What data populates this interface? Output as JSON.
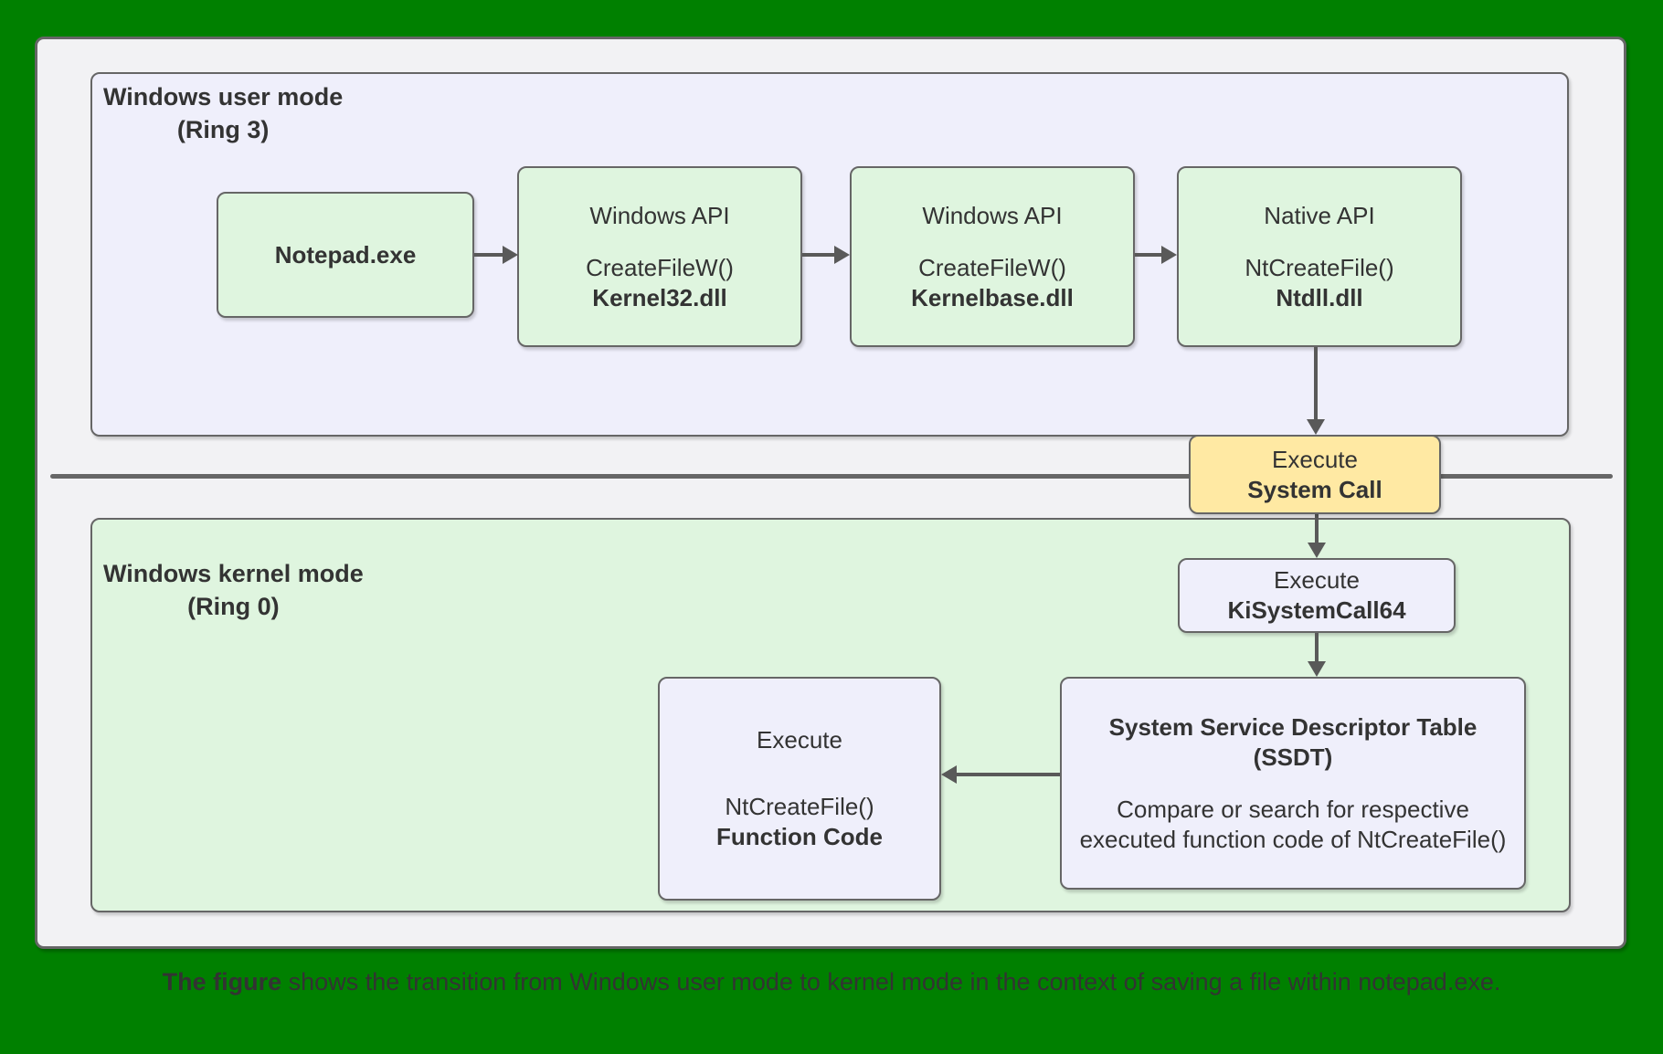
{
  "diagram": {
    "user_mode": {
      "title_line1": "Windows user mode",
      "title_line2": "(Ring 3)"
    },
    "kernel_mode": {
      "title_line1": "Windows kernel mode",
      "title_line2": "(Ring 0)"
    },
    "boxes": {
      "notepad": {
        "title": "Notepad.exe"
      },
      "kernel32": {
        "line1": "Windows API",
        "line2": "CreateFileW()",
        "line3": "Kernel32.dll"
      },
      "kernelbase": {
        "line1": "Windows API",
        "line2": "CreateFileW()",
        "line3": "Kernelbase.dll"
      },
      "ntdll": {
        "line1": "Native API",
        "line2": "NtCreateFile()",
        "line3": "Ntdll.dll"
      },
      "system_call": {
        "line1": "Execute",
        "line2": "System Call"
      },
      "kisystemcall": {
        "line1": "Execute",
        "line2": "KiSystemCall64"
      },
      "ssdt": {
        "line1": "System Service Descriptor Table",
        "line2": "(SSDT)",
        "line3": "Compare or search for respective",
        "line4": "executed function code of NtCreateFile()"
      },
      "function_code": {
        "line1": "Execute",
        "line2": "NtCreateFile()",
        "line3": "Function Code"
      }
    },
    "caption": {
      "bold": "The figure",
      "rest": " shows the transition from Windows user mode to kernel mode in the context of saving a file within notepad.exe."
    }
  },
  "colors": {
    "page_background": "#008000",
    "panel_background": "#f2f2f4",
    "user_mode_fill": "#efeffb",
    "kernel_mode_fill": "#dff5df",
    "system_call_fill": "#ffe9a3",
    "box_border": "#666666",
    "arrow": "#595959",
    "text": "#333333"
  }
}
